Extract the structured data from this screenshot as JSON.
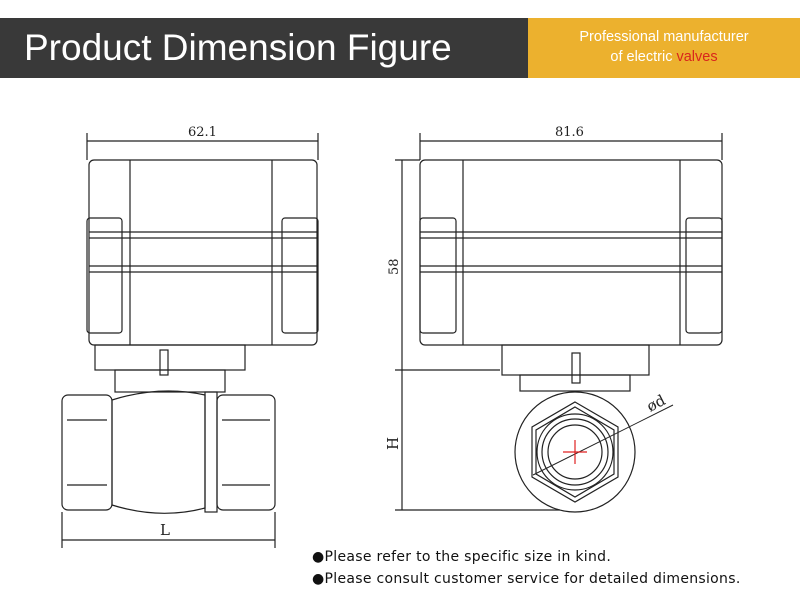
{
  "header": {
    "title": "Product Dimension Figure",
    "tagline_line1": "Professional manufacturer",
    "tagline_line2_prefix": "of electric ",
    "tagline_line2_highlight": "valves",
    "accent": "#ecb12e",
    "dark": "#393939",
    "highlight_color": "#d9261c"
  },
  "drawing": {
    "front_width": "62.1",
    "side_width": "81.6",
    "actuator_height": "58",
    "body_height": "H",
    "length": "L",
    "diameter": "ød"
  },
  "notes": [
    "●Please refer to the specific size in kind.",
    "●Please consult customer service for detailed dimensions."
  ]
}
